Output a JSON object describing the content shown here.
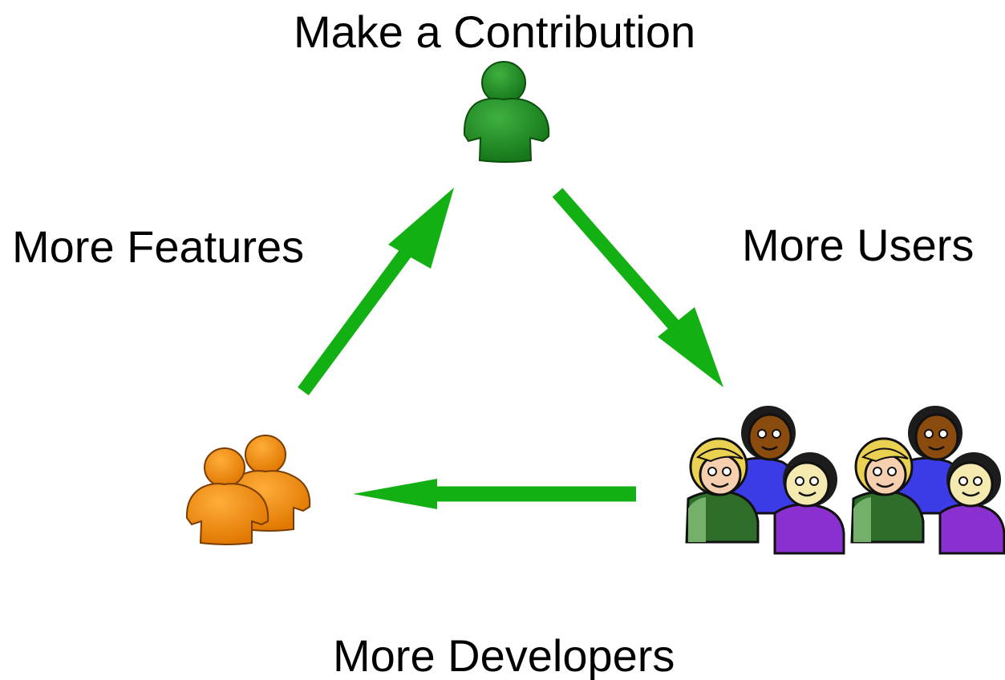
{
  "nodes": {
    "top": {
      "label": "Make a Contribution",
      "icon": "single-person-icon",
      "color": "#1e8a1e"
    },
    "left": {
      "label": "More Features",
      "icon": "two-people-icon",
      "color": "#f08a00"
    },
    "right": {
      "label": "More Users",
      "icon": "group-of-users-icon"
    },
    "bottom": {
      "label": "More Developers"
    }
  },
  "arrows": {
    "color": "#13b013"
  }
}
